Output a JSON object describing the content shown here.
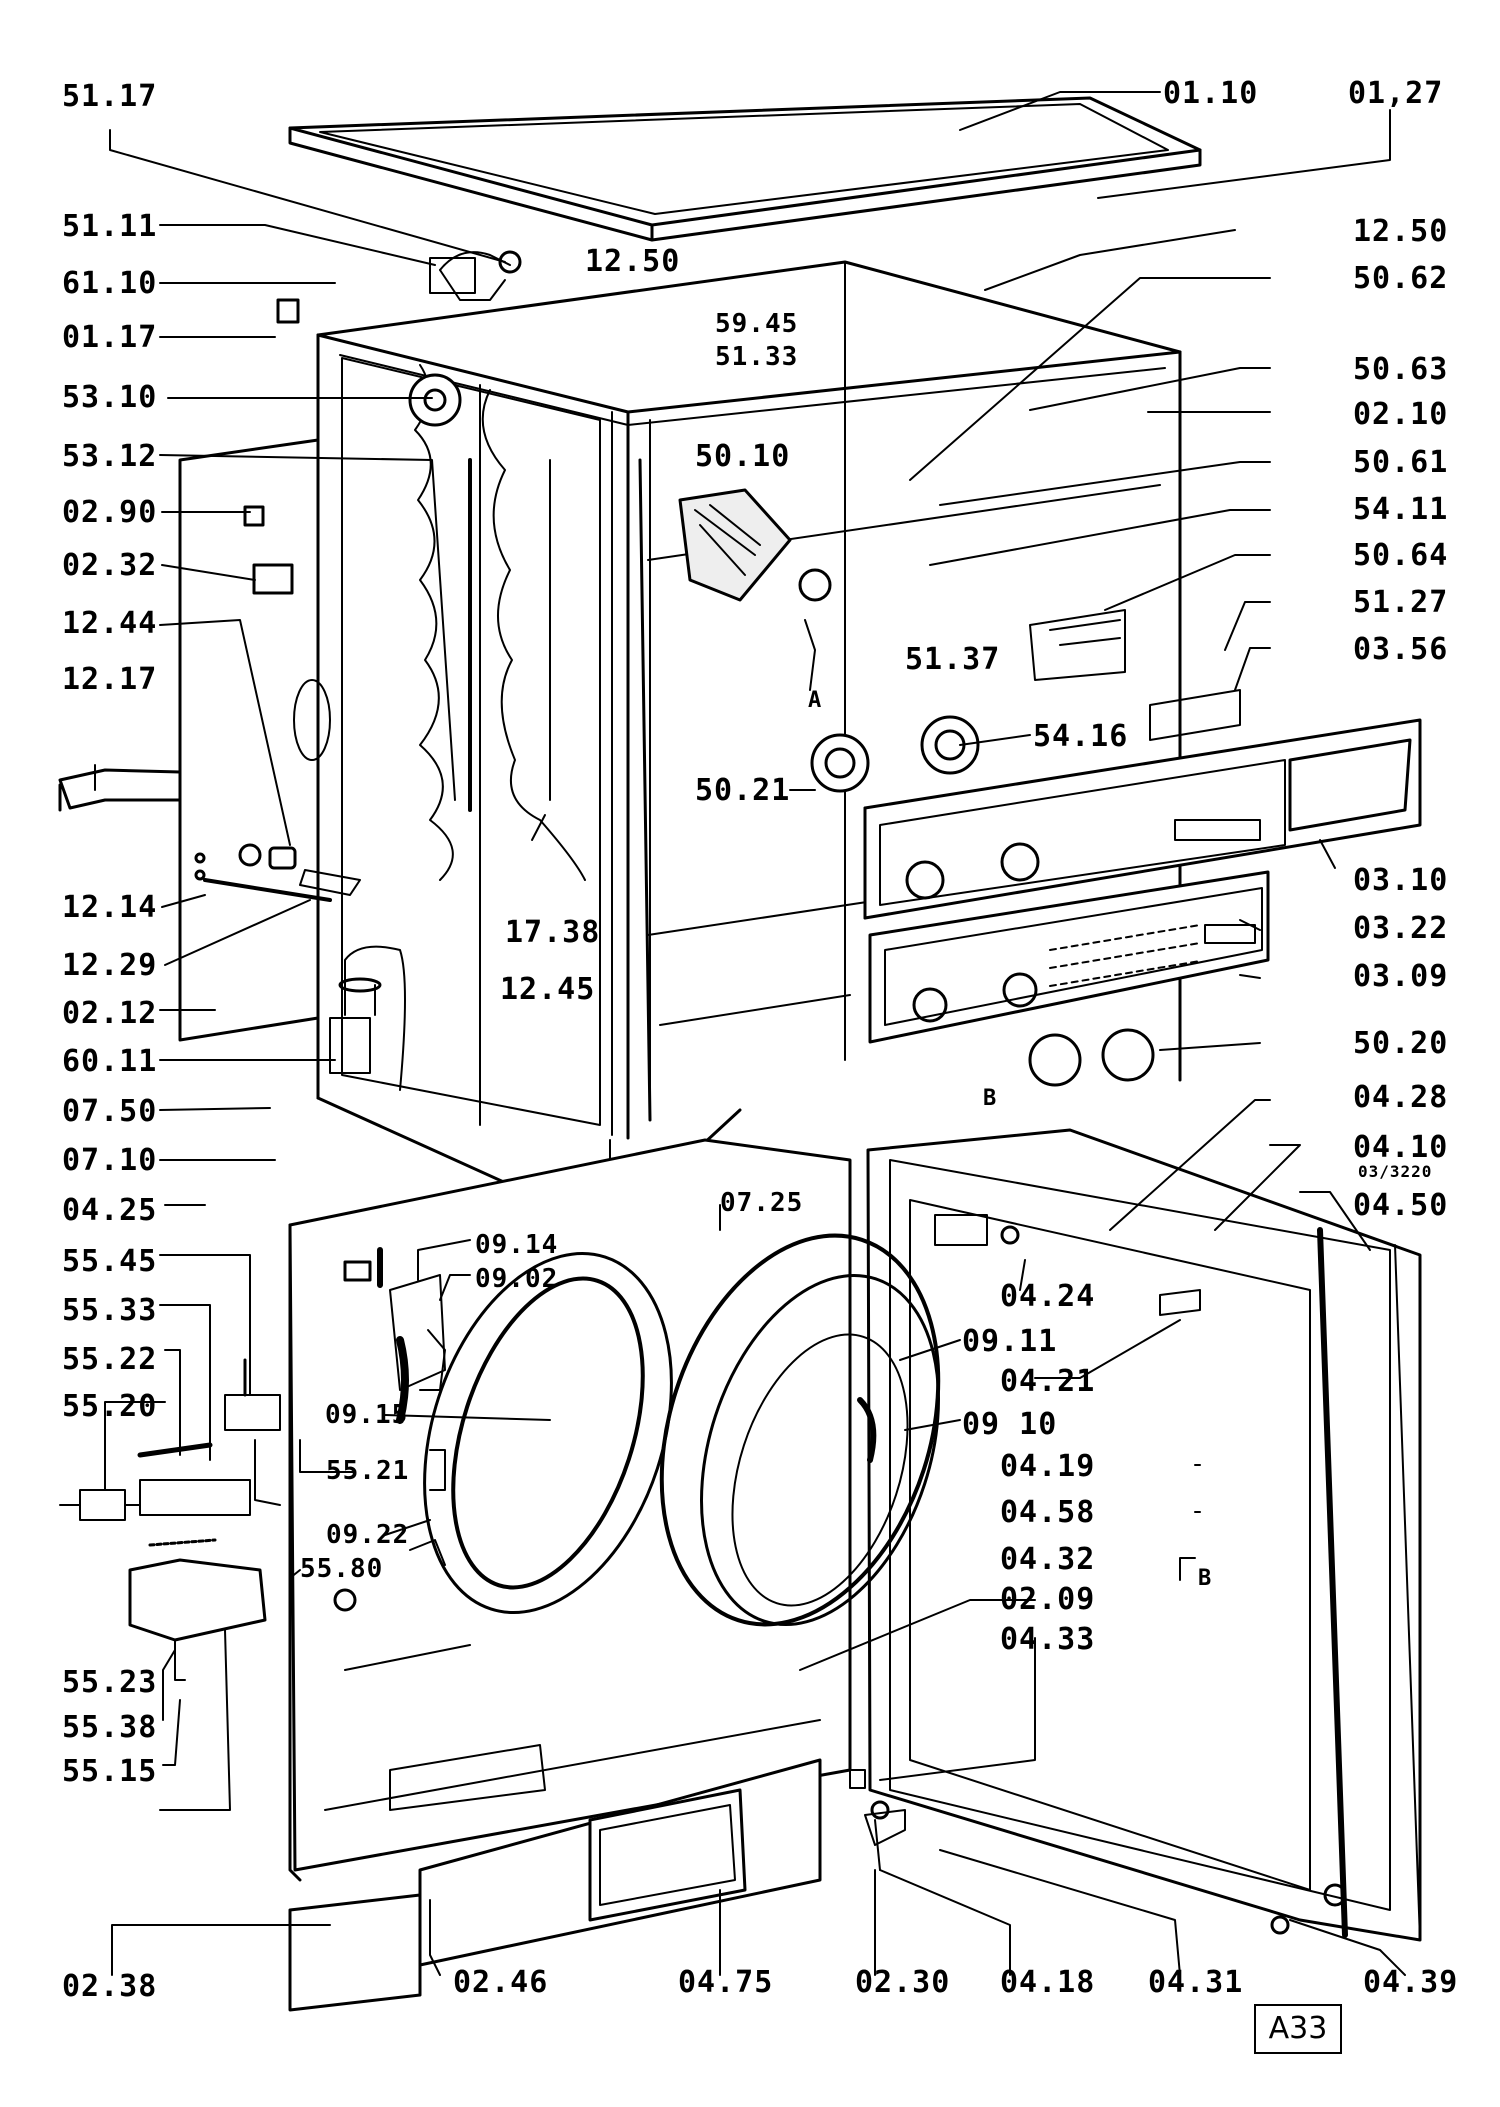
{
  "figure_id": "A33",
  "callouts": {
    "c5117a": "51.17",
    "c0110": "01.10",
    "c0127": "01,27",
    "c5111": "51.11",
    "c6110": "61.10",
    "c0117": "01.17",
    "c1250a": "12.50",
    "c1250b": "12.50",
    "c5062": "50.62",
    "c5945": "59.45",
    "c5133": "51.33",
    "c5063": "50.63",
    "c5310": "53.10",
    "c0210": "02.10",
    "c5312": "53.12",
    "c5010": "50.10",
    "c5061": "50.61",
    "c0290": "02.90",
    "c5411": "54.11",
    "c0232": "02.32",
    "c5064": "50.64",
    "c1244": "12.44",
    "c5127": "51.27",
    "c5137": "51.37",
    "c0356": "03.56",
    "c1217": "12.17",
    "c5416": "54.16",
    "c5021": "50.21",
    "c0310": "03.10",
    "c1214": "12.14",
    "c1738": "17.38",
    "c0322": "03.22",
    "c1229": "12.29",
    "c1245": "12.45",
    "c0309": "03.09",
    "c0212": "02.12",
    "c6011": "60.11",
    "c5020": "50.20",
    "c0750": "07.50",
    "c0428": "04.28",
    "c0710": "07.10",
    "c0410": "04.10",
    "c0410sub": "03/3220",
    "c0425": "04.25",
    "c0725": "07.25",
    "c0450": "04.50",
    "c0914": "09.14",
    "c5545": "55.45",
    "c0902": "09.02",
    "c0424": "04.24",
    "c5533": "55.33",
    "c0911": "09.11",
    "c5522": "55.22",
    "c0421": "04.21",
    "c5520": "55.20",
    "c0915": "09.15",
    "c0910": "09 10",
    "c5521": "55.21",
    "c0419": "04.19",
    "c0458": "04.58",
    "c0922": "09.22",
    "c0432": "04.32",
    "c5580": "55.80",
    "c0209": "02.09",
    "c0433": "04.33",
    "c5523": "55.23",
    "c5538": "55.38",
    "c5515": "55.15",
    "c0238": "02.38",
    "c0246": "02.46",
    "c0475": "04.75",
    "c0230": "02.30",
    "c0418": "04.18",
    "c0431": "04.31",
    "c0439": "04.39",
    "lblA": "A",
    "lblB1": "B",
    "lblB2": "B"
  }
}
